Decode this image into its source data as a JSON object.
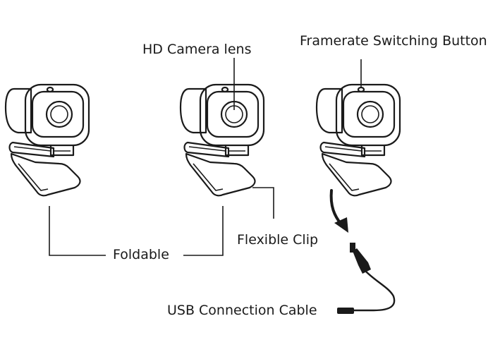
{
  "labels": {
    "hd_camera_lens": "HD Camera lens",
    "framerate_button": "Framerate Switching Button",
    "foldable": "Foldable",
    "flexible_clip": "Flexible Clip",
    "usb_cable": "USB Connection Cable"
  },
  "colors": {
    "ink": "#1a1a1a",
    "background": "#ffffff"
  },
  "icons": [
    "webcam-icon",
    "webcam-icon",
    "webcam-icon",
    "curved-arrow-icon",
    "usb-cable-icon"
  ]
}
